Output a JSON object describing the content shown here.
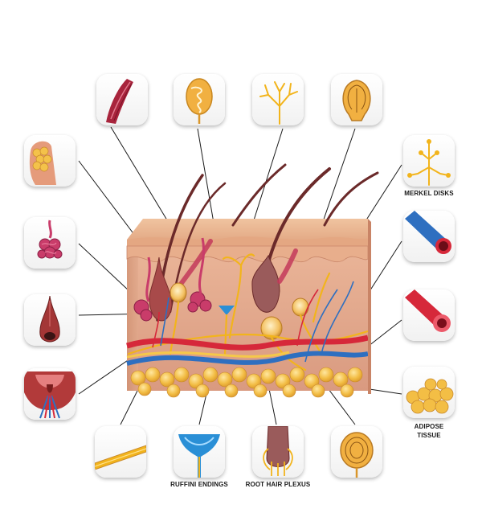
{
  "labels": {
    "merkel_disks": "MERKEL DISKS",
    "adipose_tissue_line1": "ADIPOSE",
    "adipose_tissue_line2": "TISSUE",
    "ruffini_endings": "RUFFINI ENDINGS",
    "root_hair_plexus": "ROOT HAIR PLEXUS"
  },
  "icons": [
    "muscle-icon",
    "meissner-corpuscle-icon",
    "free-nerve-endings-icon",
    "pacinian-corpuscle-top-icon",
    "sebaceous-gland-icon",
    "sweat-gland-icon",
    "hair-bulb-icon",
    "hair-papilla-icon",
    "merkel-disks-icon",
    "vein-icon",
    "artery-icon",
    "adipose-tissue-icon",
    "nerve-fiber-icon",
    "ruffini-endings-icon",
    "root-hair-plexus-icon",
    "pacinian-corpuscle-bottom-icon"
  ],
  "colors": {
    "skin_top": "#e9b48e",
    "dermis": "#e7a88a",
    "artery": "#d6283a",
    "vein": "#2e6fc0",
    "nerve": "#f2b41c",
    "fat": "#f1c24a",
    "muscle": "#a8243c",
    "hair": "#6b2a2a"
  }
}
